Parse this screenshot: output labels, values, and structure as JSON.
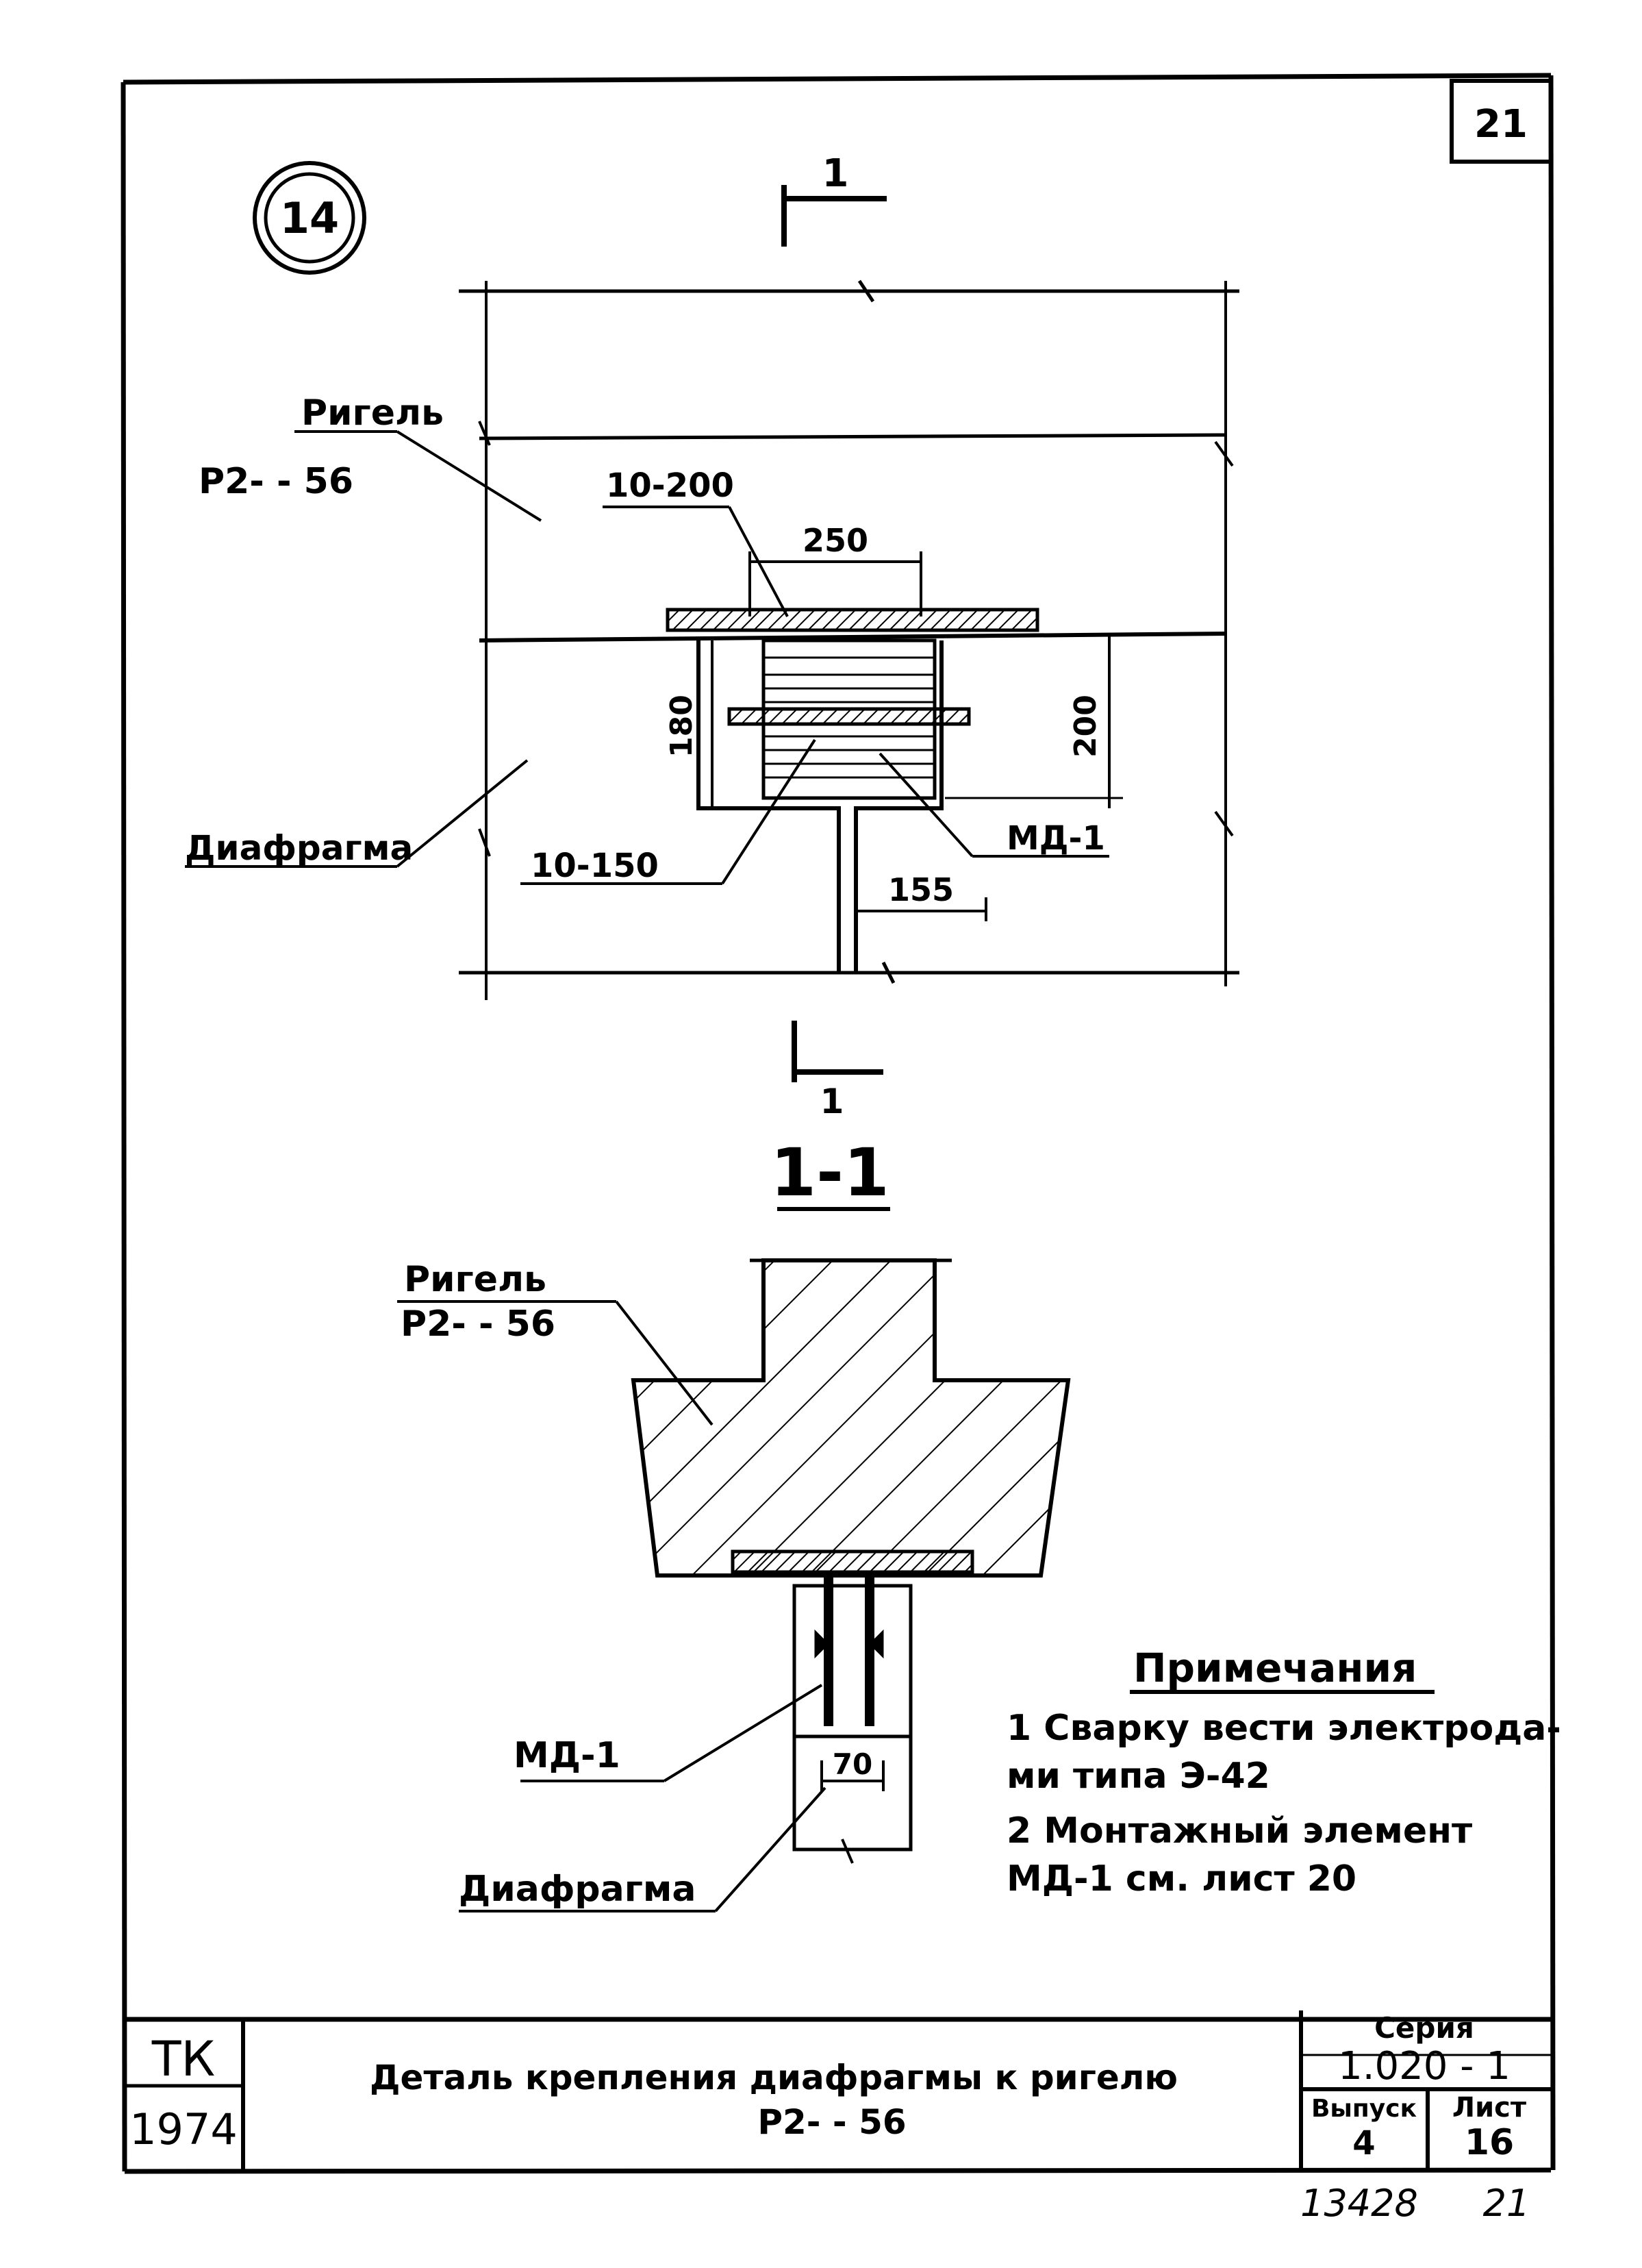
{
  "sheet": {
    "page_number": "21",
    "detail_marker": "14",
    "section_mark": "1",
    "section_title": "1-1"
  },
  "plan": {
    "rigel_label": "Ригель",
    "rigel_mark": "Р2- - 56",
    "diaphragm_label": "Диафрагма",
    "weld_top": "10-200",
    "weld_bottom": "10-150",
    "dim_250": "250",
    "dim_180": "180",
    "dim_200": "200",
    "dim_155": "155",
    "element_md": "МД-1"
  },
  "section": {
    "rigel_label": "Ригель",
    "rigel_mark": "Р2- - 56",
    "element_md": "МД-1",
    "dim_70": "70",
    "diaphragm_label": "Диафрагма"
  },
  "notes": {
    "heading": "Примечания",
    "line1": "1 Сварку вести электрода-",
    "line2": "ми типа Э-42",
    "line3": "2 Монтажный элемент",
    "line4": "МД-1 см. лист 20"
  },
  "title_block": {
    "org_tk": "ТК",
    "year": "1974",
    "title_line1": "Деталь крепления диафрагмы к ригелю",
    "title_line2": "Р2-  - 56",
    "series_label": "Серия",
    "series_value": "1.020 - 1",
    "issue_label": "Выпуск",
    "issue_value": "4",
    "sheet_label": "Лист",
    "sheet_value": "16",
    "footer_left": "13428",
    "footer_right": "21"
  },
  "colors": {
    "ink": "#000000",
    "paper": "#ffffff"
  }
}
